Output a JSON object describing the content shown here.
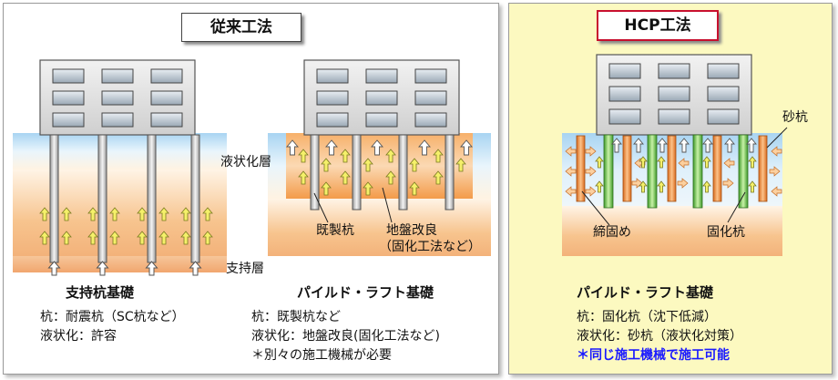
{
  "left": {
    "title": "従来工法",
    "label_liquefaction": "液状化層",
    "label_bearing": "支持層",
    "label_existing_pile": "既製杭",
    "label_ground_improve_1": "地盤改良",
    "label_ground_improve_2": "（固化工法など）",
    "caption_1": "支持杭基礎",
    "caption_2": "パイルド・ラフト基礎",
    "desc_1a": "杭：耐震杭（SC杭など）",
    "desc_1b": "液状化：許容",
    "desc_2a": "杭：既製杭など",
    "desc_2b": "液状化：地盤改良(固化工法など)",
    "desc_2c": "＊別々の施工機械が必要"
  },
  "right": {
    "title": "HCP工法",
    "label_sand_pile": "砂杭",
    "label_compaction": "締固め",
    "label_solid_pile": "固化杭",
    "caption": "パイルド・ラフト基礎",
    "desc_a": "杭：固化杭（沈下低減）",
    "desc_b": "液状化：砂杭（液状化対策）",
    "desc_c": "＊同じ施工機械で施工可能"
  },
  "colors": {
    "liquefaction_layer": "#bcdff5",
    "bearing_layer": "#f5c89a",
    "improved_ground": "#f0a050",
    "solid_pile": "#8ed36b",
    "sand_pile": "#f28c3a",
    "arrow": "#f5f06a",
    "accent_red": "#c8102e",
    "accent_blue": "#1a1aff"
  }
}
